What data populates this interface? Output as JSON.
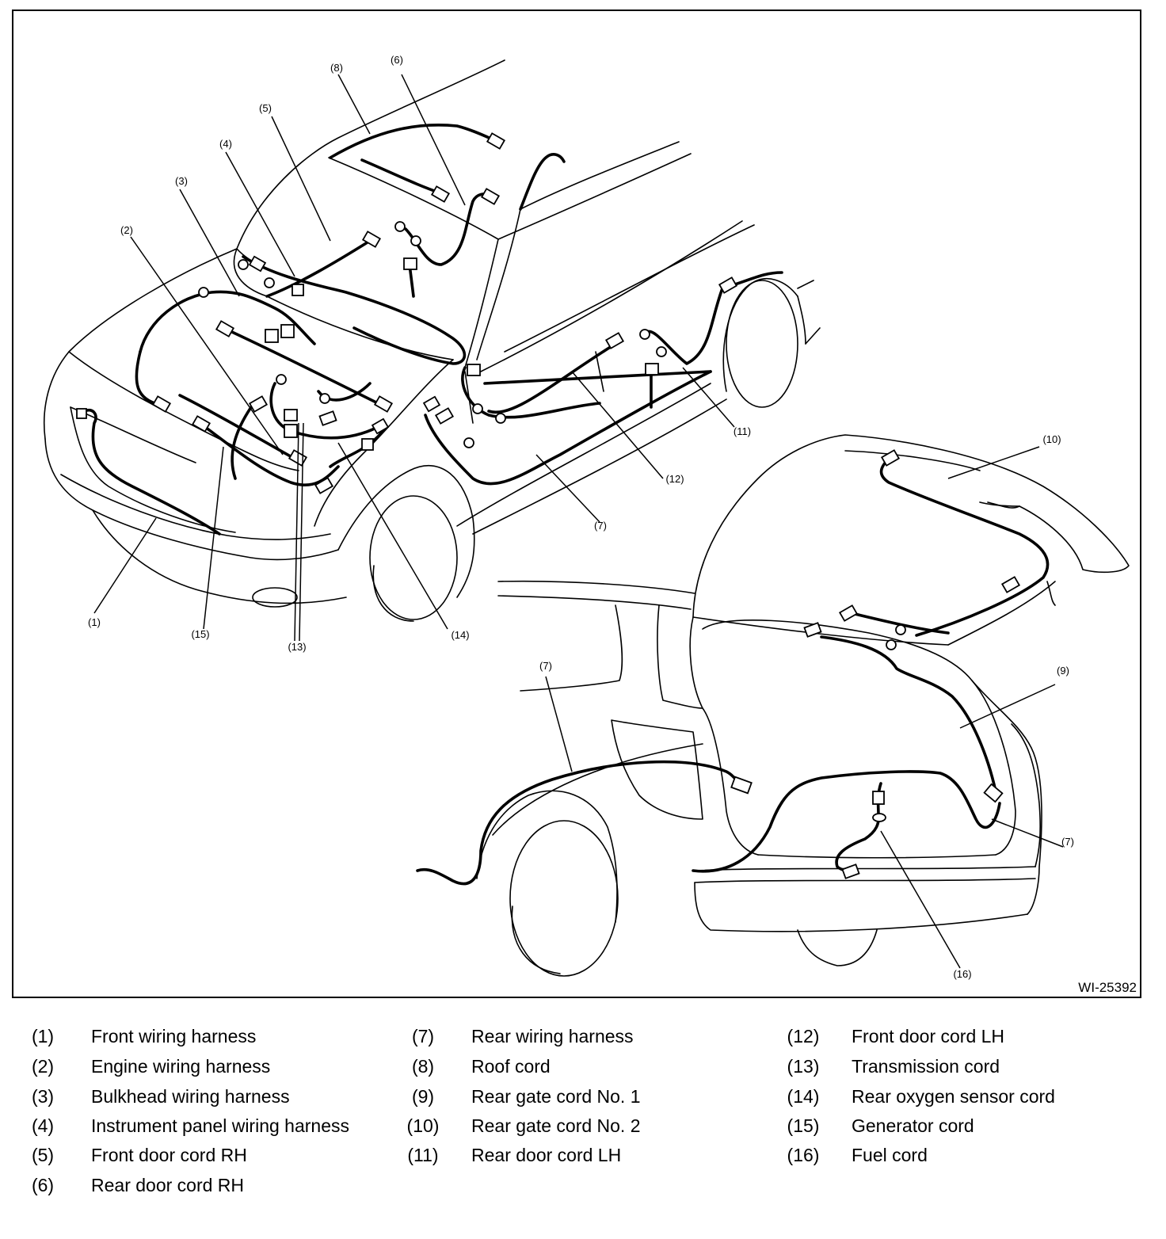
{
  "figure": {
    "code": "WI-25392",
    "callouts": {
      "c1": "(1)",
      "c2": "(2)",
      "c3": "(3)",
      "c4": "(4)",
      "c5": "(5)",
      "c6": "(6)",
      "c7a": "(7)",
      "c7b": "(7)",
      "c7c": "(7)",
      "c8": "(8)",
      "c9": "(9)",
      "c10": "(10)",
      "c11": "(11)",
      "c12": "(12)",
      "c13": "(13)",
      "c14": "(14)",
      "c15": "(15)",
      "c16": "(16)"
    }
  },
  "legend": {
    "items": [
      {
        "num": "(1)",
        "label": "Front wiring harness"
      },
      {
        "num": "(2)",
        "label": "Engine wiring harness"
      },
      {
        "num": "(3)",
        "label": "Bulkhead wiring harness"
      },
      {
        "num": "(4)",
        "label": "Instrument panel wiring harness"
      },
      {
        "num": "(5)",
        "label": "Front door cord RH"
      },
      {
        "num": "(6)",
        "label": "Rear door cord RH"
      },
      {
        "num": "(7)",
        "label": "Rear wiring harness"
      },
      {
        "num": "(8)",
        "label": "Roof cord"
      },
      {
        "num": "(9)",
        "label": "Rear gate cord No. 1"
      },
      {
        "num": "(10)",
        "label": "Rear gate cord No. 2"
      },
      {
        "num": "(11)",
        "label": "Rear door cord LH"
      },
      {
        "num": "(12)",
        "label": "Front door cord LH"
      },
      {
        "num": "(13)",
        "label": "Transmission cord"
      },
      {
        "num": "(14)",
        "label": "Rear oxygen sensor cord"
      },
      {
        "num": "(15)",
        "label": "Generator cord"
      },
      {
        "num": "(16)",
        "label": "Fuel cord"
      }
    ]
  }
}
